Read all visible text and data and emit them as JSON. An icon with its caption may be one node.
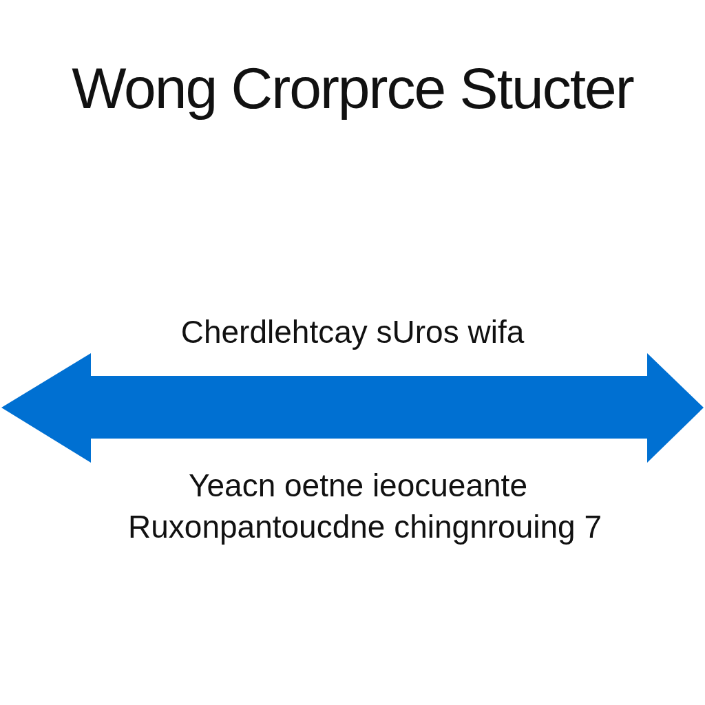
{
  "diagram": {
    "title": "Wong Crorprce Stucter",
    "labels": [
      "Cherdlehtcay sUros wifa",
      "Yeacn oetne ieocueante",
      "Ruxonpantoucdne chingnrouing 7"
    ]
  }
}
